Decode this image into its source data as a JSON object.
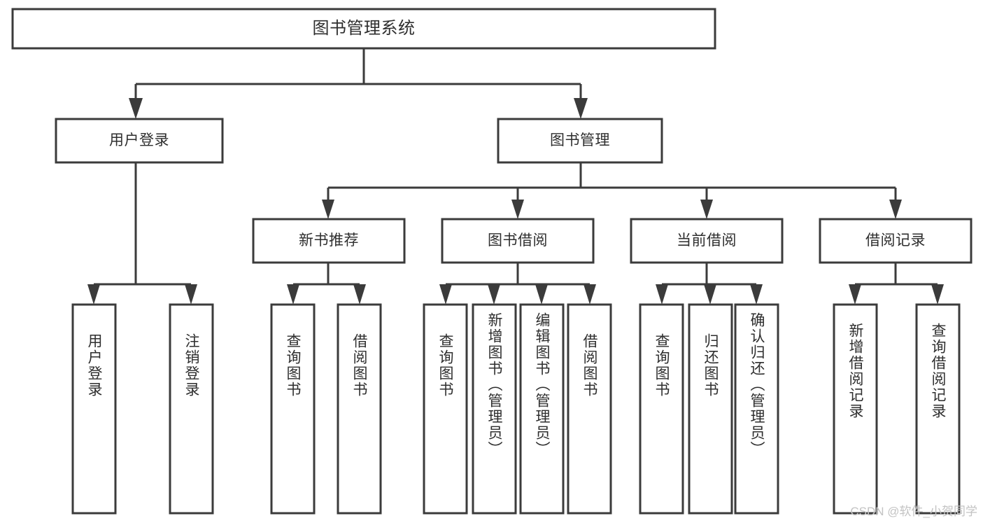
{
  "diagram": {
    "title": "图书管理系统",
    "watermark": "CSDN @软件_小贺同学",
    "colors": {
      "stroke": "#3b3b3b",
      "box_fill": "#ffffff",
      "text": "#2e2e2e",
      "background": "#ffffff",
      "watermark": "#c3c3c3"
    },
    "root": {
      "label": "图书管理系统"
    },
    "level2": [
      {
        "label": "用户登录"
      },
      {
        "label": "图书管理"
      }
    ],
    "level3": [
      {
        "label": "新书推荐"
      },
      {
        "label": "图书借阅"
      },
      {
        "label": "当前借阅"
      },
      {
        "label": "借阅记录"
      }
    ],
    "leaves": {
      "user_login": [
        {
          "label": "用户登录"
        },
        {
          "label": "注销登录"
        }
      ],
      "new_book_recommend": [
        {
          "label": "查询图书"
        },
        {
          "label": "借阅图书"
        }
      ],
      "book_borrow": [
        {
          "label": "查询图书"
        },
        {
          "label": "新增图书（管理员）"
        },
        {
          "label": "编辑图书（管理员）"
        },
        {
          "label": "借阅图书"
        }
      ],
      "current_borrow": [
        {
          "label": "查询图书"
        },
        {
          "label": "归还图书"
        },
        {
          "label": "确认归还（管理员）"
        }
      ],
      "borrow_record": [
        {
          "label": "新增借阅记录"
        },
        {
          "label": "查询借阅记录"
        }
      ]
    }
  }
}
